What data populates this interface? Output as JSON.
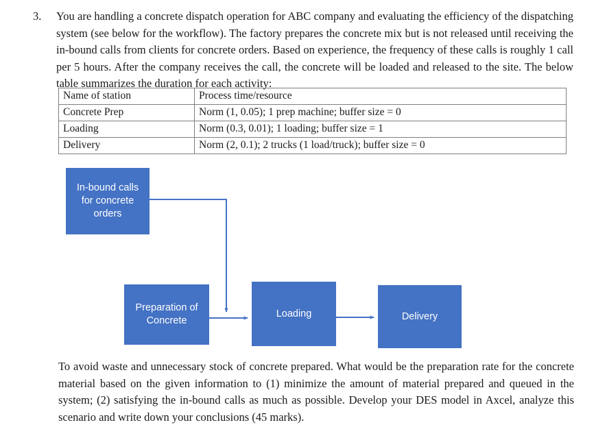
{
  "question": {
    "number": "3.",
    "paragraph": "You are handling a concrete dispatch operation for ABC company and evaluating the efficiency of the dispatching system (see below for the workflow). The factory prepares the concrete mix but is not released until receiving the in-bound calls from clients for concrete orders. Based on experience, the frequency of these calls is roughly 1 call per 5 hours. After the company receives the call, the concrete will be loaded and released to the site. The below table summarizes the duration for each activity:"
  },
  "table": {
    "headers": [
      "Name of station",
      "Process time/resource"
    ],
    "rows": [
      [
        "Concrete Prep",
        "Norm (1, 0.05); 1 prep machine; buffer size = 0"
      ],
      [
        "Loading",
        "Norm (0.3, 0.01); 1 loading; buffer size = 1"
      ],
      [
        "Delivery",
        "Norm (2, 0.1); 2 trucks (1 load/truck); buffer size = 0"
      ]
    ]
  },
  "diagram": {
    "node_color": "#4472C4",
    "connector_color": "#4472C4",
    "nodes": [
      {
        "id": "inbound",
        "label": "In-bound calls for concrete orders"
      },
      {
        "id": "prep",
        "label": "Preparation of Concrete"
      },
      {
        "id": "loading",
        "label": "Loading"
      },
      {
        "id": "delivery",
        "label": "Delivery"
      }
    ],
    "connectors": [
      {
        "from": "inbound",
        "to": "loading",
        "style": "elbow-right-down-arrow"
      },
      {
        "from": "prep",
        "to": "loading",
        "style": "straight-right-arrow"
      },
      {
        "from": "loading",
        "to": "delivery",
        "style": "straight-right-arrow"
      }
    ]
  },
  "closing": {
    "paragraph": "To avoid waste and unnecessary stock of concrete prepared. What would be the preparation rate for the concrete material based on the given information to (1) minimize the amount of material prepared and queued in the system; (2) satisfying the in-bound calls as much as possible. Develop your DES model in Axcel, analyze this scenario and write down your conclusions (45 marks)."
  }
}
